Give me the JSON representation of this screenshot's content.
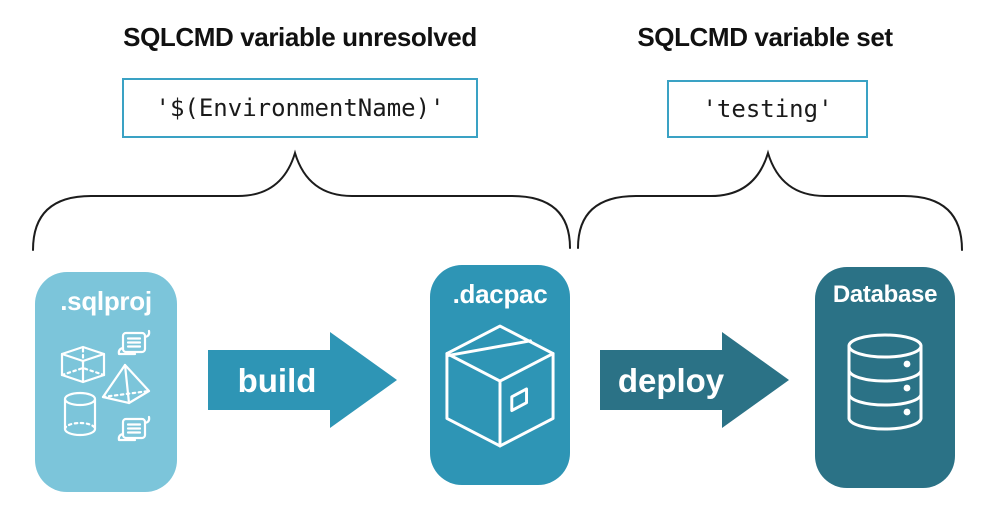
{
  "annotations": {
    "left": {
      "title": "SQLCMD variable unresolved",
      "value": "'$(EnvironmentName)'"
    },
    "right": {
      "title": "SQLCMD variable set",
      "value": "'testing'"
    }
  },
  "nodes": [
    {
      "id": "sqlproj",
      "label": ".sqlproj",
      "color": "#7cc5da",
      "icon": "sql-project-objects-icon"
    },
    {
      "id": "dacpac",
      "label": ".dacpac",
      "color": "#2e95b5",
      "icon": "package-box-icon"
    },
    {
      "id": "database",
      "label": "Database",
      "color": "#2b7286",
      "icon": "database-cylinder-icon"
    }
  ],
  "arrows": [
    {
      "label": "build",
      "color": "#2e95b5"
    },
    {
      "label": "deploy",
      "color": "#2b7286"
    }
  ],
  "colors": {
    "value_box_border": "#3aa2c4",
    "brace_stroke": "#1c1c1c",
    "icon_stroke": "#ffffff",
    "heading_text": "#111111",
    "code_text": "#1a1a1a"
  }
}
